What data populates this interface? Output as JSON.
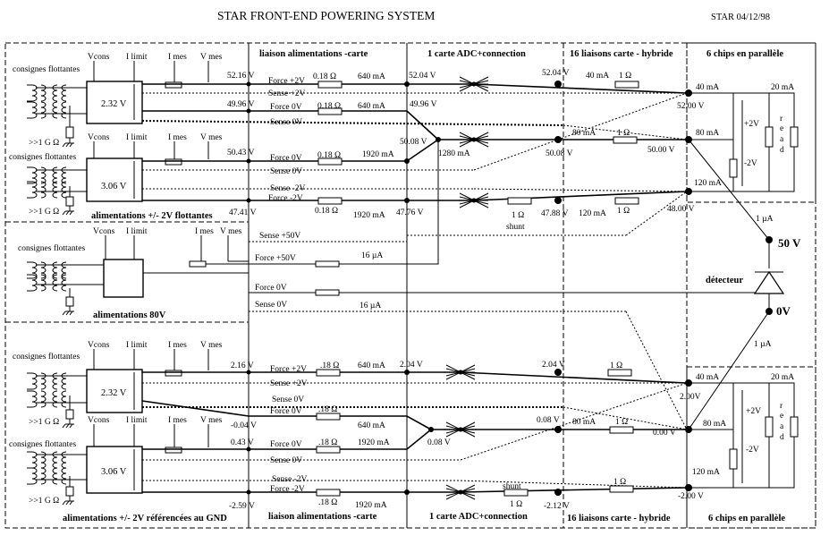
{
  "title": "STAR FRONT-END POWERING SYSTEM",
  "date_ref": "STAR  04/12/98",
  "sections": {
    "liaison_top": "liaison alimentations -carte",
    "adc_top": "1 carte ADC+connection",
    "liaisons16_top": "16 liaisons carte - hybride",
    "chips_top": "6 chips en parallèle",
    "liaison_bottom": "liaison alimentations -carte",
    "adc_bottom": "1 carte ADC+connection",
    "liaisons16_bottom": "16 liaisons carte - hybride",
    "chips_bottom": "6 chips en parallèle"
  },
  "block_labels": {
    "floating": "alimentations +/- 2V flottantes",
    "hv": "alimentations 80V",
    "grounded": "alimentations +/- 2V référencées au GND"
  },
  "consignes": "consignes flottantes",
  "gohm": ">>1 G Ω",
  "ctrl": {
    "vcons": "Vcons",
    "ilimit": "I limit",
    "imes": "I mes",
    "vmes": "V mes"
  },
  "psu": {
    "a": "2.32 V",
    "b": "3.06 V",
    "c": "2.32 V",
    "d": "3.06 V"
  },
  "lines": {
    "force_p2": "Force +2V",
    "sense_p2": "Sense +2V",
    "force_0": "Force 0V",
    "sense_0": "Sense 0V",
    "sense_m2": "Sense -2V",
    "force_m2": "Force -2V",
    "sense_p50": "Sense +50V",
    "force_p50": "Force +50V"
  },
  "res": {
    "r018": "0.18 Ω",
    "r18": ".18 Ω",
    "r1": "1 Ω",
    "shunt": "shunt"
  },
  "currents": {
    "i640": "640 mA",
    "i1920": "1920 mA",
    "i1280": "1280 mA",
    "i40": "40 mA",
    "i80": "80 mA",
    "i120": "120 mA",
    "i20": "20 mA",
    "i16u": "16 µA",
    "i1u": "1 µA"
  },
  "volts": {
    "v5216": "52.16 V",
    "v4996": "49.96 V",
    "v5043": "50.43 V",
    "v4741": "47.41 V",
    "v5204": "52.04 V",
    "v4996b": "49.96 V",
    "v5008": "50.08 V",
    "v4776": "47.76 V",
    "v5204r": "52.04 V",
    "v5008r": "50.08 V",
    "v4788": "47.88 V",
    "v5200": "52.00 V",
    "v5000": "50.00 V",
    "v4800": "48.00 V",
    "v216": "2.16 V",
    "vm004": "-0.04 V",
    "v043": "0.43 V",
    "vm259": "-2.59 V",
    "v204": "2.04 V",
    "v008": "0.08 V",
    "v204r": "2.04 V",
    "v008r": "0.08 V",
    "vm212": "-2.12 V",
    "v200": "2.00V",
    "v000": "0.00 V",
    "vm200": "-2.00 V"
  },
  "chip": {
    "p2": "+2V",
    "m2": "-2V",
    "read": [
      "r",
      "e",
      "a",
      "d"
    ]
  },
  "detector": {
    "v50": "50 V",
    "v0": "0V",
    "label": "détecteur"
  }
}
